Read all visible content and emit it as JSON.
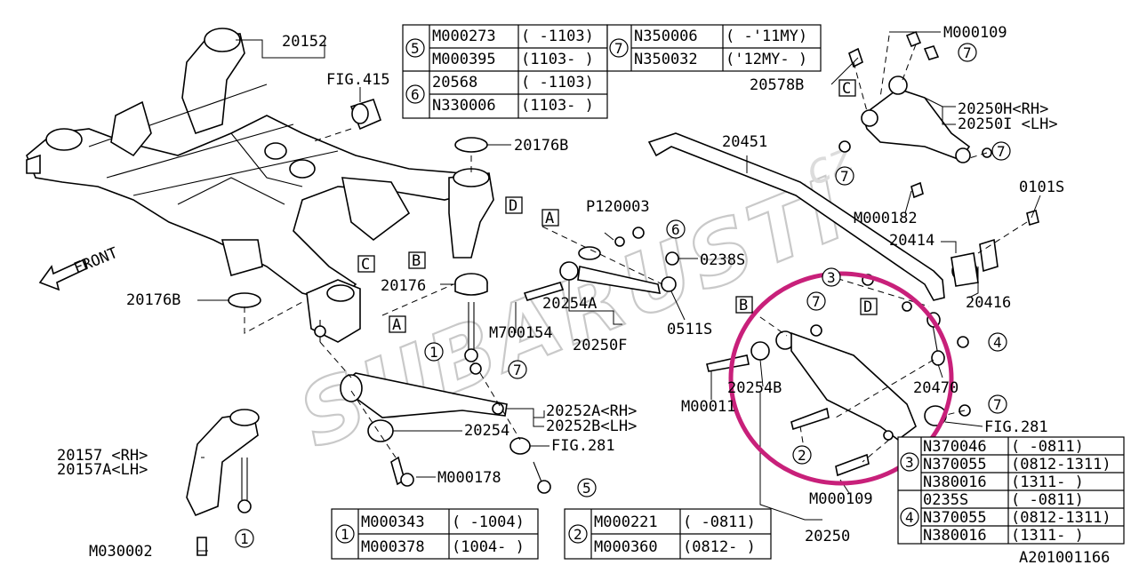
{
  "diagram_id": "A201001166",
  "watermark": {
    "brand": "SUBARUSTI",
    "suffix": ".cz"
  },
  "front_label": "FRONT",
  "view_markers": [
    "A",
    "B",
    "C",
    "D"
  ],
  "part_labels": {
    "p20152": "20152",
    "fig415": "FIG.415",
    "p20176B_top": "20176B",
    "p20176B_left": "20176B",
    "p20176": "20176",
    "p20157_rh": "20157 <RH>",
    "p20157A_lh": "20157A<LH>",
    "m030002": "M030002",
    "p20254_lower": "20254",
    "m000178": "M000178",
    "p20252A_rh": "20252A<RH>",
    "p20252B_lh": "20252B<LH>",
    "fig281_a": "FIG.281",
    "p120003": "P120003",
    "p20254A": "20254A",
    "m700154": "M700154",
    "p20250F": "20250F",
    "p0238S": "0238S",
    "p0511S": "0511S",
    "p20451": "20451",
    "m000109_top": "M000109",
    "p20578B": "20578B",
    "p20250H_rh": "20250H<RH>",
    "p20250I_lh": "20250I <LH>",
    "m000182": "M000182",
    "p0101S": "0101S",
    "p20414": "20414",
    "p20416": "20416",
    "p20470": "20470",
    "p20254B": "20254B",
    "m00011": "M00011",
    "fig281_b": "FIG.281",
    "m000109_bot": "M000109",
    "p20250": "20250"
  },
  "callouts": {
    "c1": "1",
    "c2": "2",
    "c3": "3",
    "c4": "4",
    "c5": "5",
    "c6": "6",
    "c7": "7"
  },
  "tables": {
    "top": [
      {
        "ref": "5",
        "rows": [
          [
            "M000273",
            "( -1103)"
          ],
          [
            "M000395",
            "(1103- )"
          ]
        ]
      },
      {
        "ref": "6",
        "rows": [
          [
            "20568",
            "( -1103)"
          ],
          [
            "N330006",
            "(1103- )"
          ]
        ]
      },
      {
        "ref": "7",
        "rows": [
          [
            "N350006",
            "( -'11MY)"
          ],
          [
            "N350032",
            "('12MY- )"
          ]
        ]
      }
    ],
    "t1": {
      "ref": "1",
      "rows": [
        [
          "M000343",
          "( -1004)"
        ],
        [
          "M000378",
          "(1004- )"
        ]
      ]
    },
    "t2": {
      "ref": "2",
      "rows": [
        [
          "M000221",
          "( -0811)"
        ],
        [
          "M000360",
          "(0812- )"
        ]
      ]
    },
    "t34": [
      {
        "ref": "3",
        "rows": [
          [
            "N370046",
            "( -0811)"
          ],
          [
            "N370055",
            "(0812-1311)"
          ],
          [
            "N380016",
            "(1311- )"
          ]
        ]
      },
      {
        "ref": "4",
        "rows": [
          [
            "0235S",
            "( -0811)"
          ],
          [
            "N370055",
            "(0812-1311)"
          ],
          [
            "N380016",
            "(1311- )"
          ]
        ]
      }
    ]
  },
  "highlight_color": "#c8207a"
}
